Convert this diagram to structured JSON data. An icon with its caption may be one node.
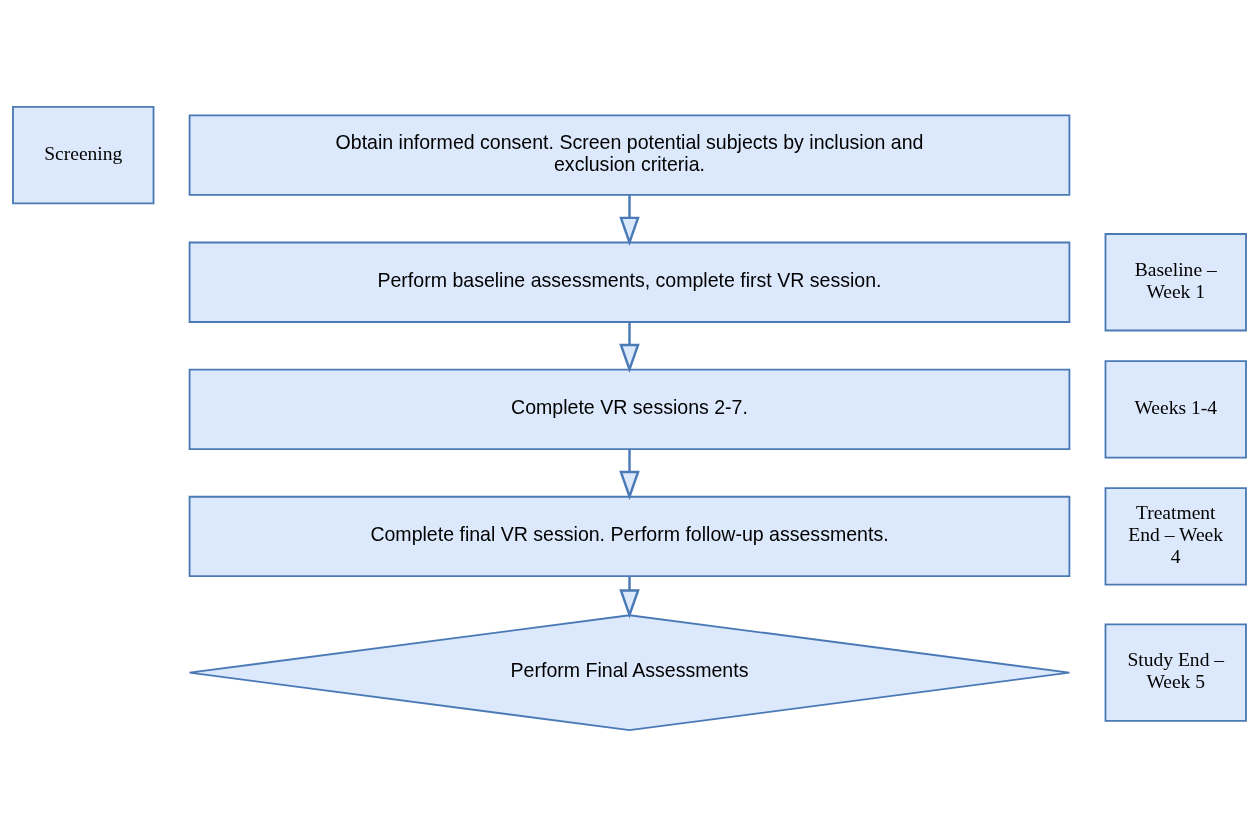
{
  "diagram": {
    "nodes": [
      {
        "text": [
          "Screening"
        ]
      },
      {
        "text": [
          "Obtain informed consent. Screen potential subjects by inclusion and exclusion criteria."
        ]
      },
      {
        "text": [
          "Baseline – Week 1"
        ]
      },
      {
        "text": [
          "Perform baseline assessments, complete first VR session."
        ]
      },
      {
        "text": [
          "Weeks 1-4"
        ]
      },
      {
        "text": [
          "Complete VR sessions 2-7."
        ]
      },
      {
        "text": [
          "Treatment End – Week 4"
        ]
      },
      {
        "text": [
          "Complete final VR session. Perform follow-up assessments."
        ]
      },
      {
        "text": [
          "Study End – Week 5"
        ]
      },
      {
        "text": [
          "Perform Final Assessments"
        ]
      }
    ],
    "edges": [
      {
        "from": 1,
        "to": 3,
        "arrow": "to"
      },
      {
        "from": 3,
        "to": 5,
        "arrow": "to"
      },
      {
        "from": 5,
        "to": 7,
        "arrow": "to"
      },
      {
        "from": 7,
        "to": 9,
        "arrow": "to"
      }
    ]
  }
}
